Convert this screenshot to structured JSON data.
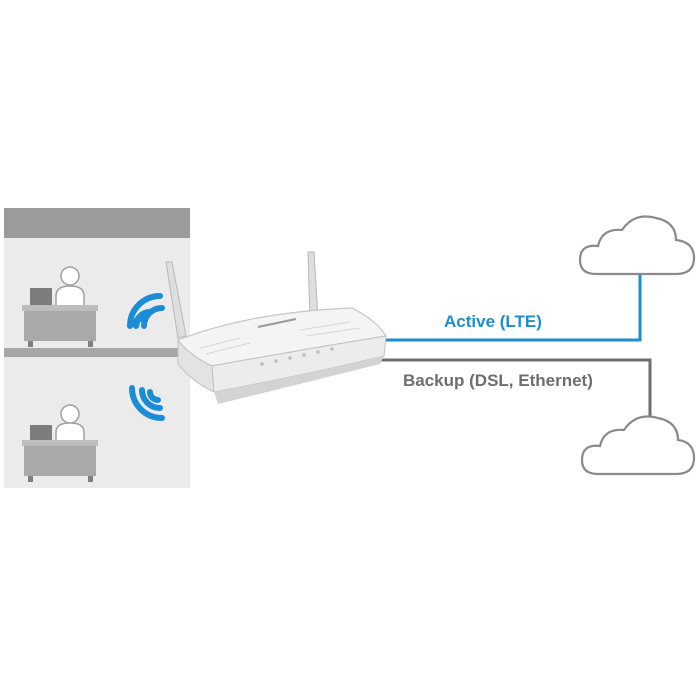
{
  "links": {
    "active_label": "Active (LTE)",
    "backup_label": "Backup (DSL, Ethernet)"
  },
  "colors": {
    "active_link": "#1a8fd0",
    "backup_link": "#6e6e6e",
    "office_wall": "#e9e9e9",
    "office_roof": "#9b9b9b",
    "desk": "#a9a9a9",
    "wifi_waves": "#1b8cd6",
    "cloud_stroke": "#8a8a8a"
  },
  "icons": [
    "office-building",
    "person-at-desk",
    "wifi-signal",
    "router",
    "cloud"
  ]
}
